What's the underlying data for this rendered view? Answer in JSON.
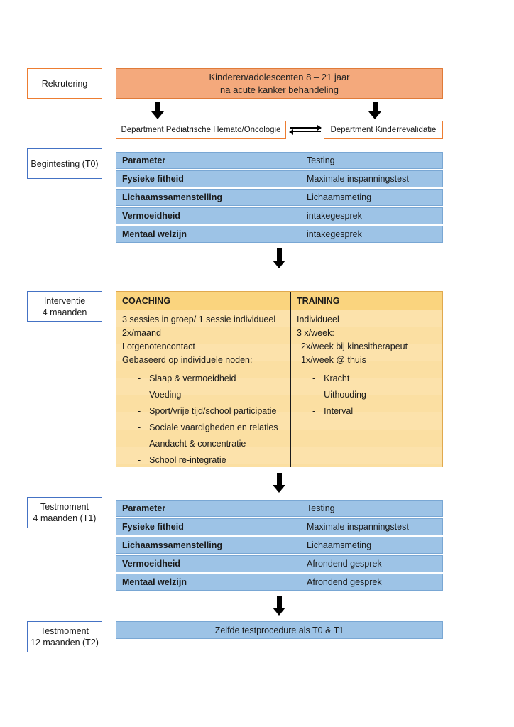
{
  "stages": {
    "rekrutering": {
      "label": "Rekrutering"
    },
    "begintesting": {
      "label": "Begintesting (T0)"
    },
    "interventie": {
      "line1": "Interventie",
      "line2": "4 maanden"
    },
    "testmoment1": {
      "line1": "Testmoment",
      "line2": "4 maanden (T1)"
    },
    "testmoment2": {
      "line1": "Testmoment",
      "line2": "12 maanden (T2)"
    }
  },
  "recruitment_box": {
    "line1": "Kinderen/adolescenten 8 – 21 jaar",
    "line2": "na acute kanker behandeling"
  },
  "departments": {
    "left": "Department Pediatrische Hemato/Oncologie",
    "right": "Department Kinderrevalidatie"
  },
  "t0_table": {
    "rows": [
      {
        "param": "Parameter",
        "value": "Testing"
      },
      {
        "param": "Fysieke fitheid",
        "value": "Maximale inspanningstest"
      },
      {
        "param": "Lichaamssamenstelling",
        "value": "Lichaamsmeting"
      },
      {
        "param": "Vermoeidheid",
        "value": "intakegesprek"
      },
      {
        "param": "Mentaal welzijn",
        "value": "intakegesprek"
      }
    ]
  },
  "intervention": {
    "coaching": {
      "header": "COACHING",
      "lines": [
        "3 sessies in groep/ 1 sessie individueel",
        "2x/maand",
        "Lotgenotencontact",
        "Gebaseerd op individuele noden:"
      ],
      "bullets": [
        "Slaap & vermoeidheid",
        "Voeding",
        "Sport/vrije tijd/school participatie",
        "Sociale vaardigheden en relaties",
        "Aandacht & concentratie",
        "School re-integratie"
      ]
    },
    "training": {
      "header": "TRAINING",
      "lines": [
        "Individueel",
        "3 x/week:",
        "2x/week bij kinesitherapeut",
        "1x/week @ thuis"
      ],
      "bullets": [
        "Kracht",
        "Uithouding",
        "Interval"
      ]
    }
  },
  "t1_table": {
    "rows": [
      {
        "param": "Parameter",
        "value": "Testing"
      },
      {
        "param": "Fysieke fitheid",
        "value": "Maximale inspanningstest"
      },
      {
        "param": "Lichaamssamenstelling",
        "value": "Lichaamsmeting"
      },
      {
        "param": "Vermoeidheid",
        "value": "Afrondend gesprek"
      },
      {
        "param": "Mentaal welzijn",
        "value": "Afrondend gesprek"
      }
    ]
  },
  "final_bar": {
    "label": "Zelfde testprocedure als T0 & T1"
  },
  "colors": {
    "accent_orange": "#ED7D31",
    "salmon_fill": "#F4A97C",
    "blue_fill": "#9DC3E6",
    "blue_border": "#4472C4",
    "table_header_orange": "#FAD47E",
    "table_body_orange": "#FCE2AB"
  }
}
